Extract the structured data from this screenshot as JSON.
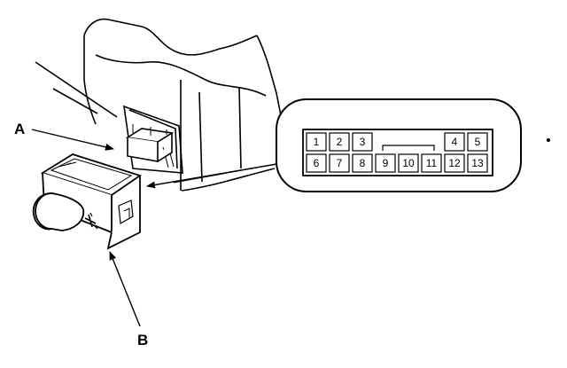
{
  "callouts": {
    "a": "A",
    "b": "B"
  },
  "connector_pins": {
    "top_row": [
      "1",
      "2",
      "3",
      "4",
      "5"
    ],
    "bottom_row": [
      "6",
      "7",
      "8",
      "9",
      "10",
      "11",
      "12",
      "13"
    ]
  },
  "colors": {
    "line": "#000000",
    "background": "#ffffff"
  }
}
